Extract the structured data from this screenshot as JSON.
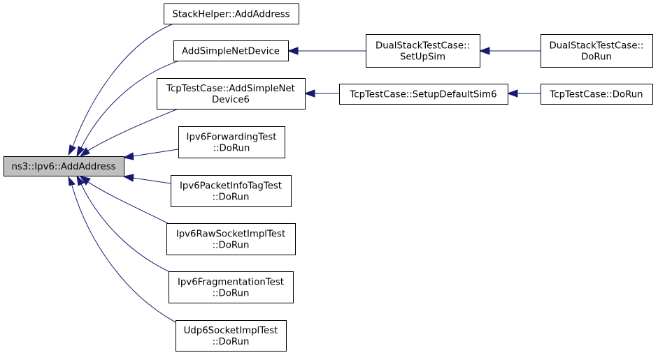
{
  "graph": {
    "edge_color": "#191970",
    "root_fill": "#bfbfbf",
    "nodes": [
      {
        "id": "root",
        "lines": [
          "ns3::Ipv6::AddAddress"
        ],
        "root": true
      },
      {
        "id": "stackhelper",
        "lines": [
          "StackHelper::AddAddress"
        ]
      },
      {
        "id": "addsimple",
        "lines": [
          "AddSimpleNetDevice"
        ]
      },
      {
        "id": "tcpaddsimple",
        "lines": [
          "TcpTestCase::AddSimpleNet",
          "Device6"
        ]
      },
      {
        "id": "ipv6fwd",
        "lines": [
          "Ipv6ForwardingTest",
          "::DoRun"
        ]
      },
      {
        "id": "ipv6pkt",
        "lines": [
          "Ipv6PacketInfoTagTest",
          "::DoRun"
        ]
      },
      {
        "id": "ipv6raw",
        "lines": [
          "Ipv6RawSocketImplTest",
          "::DoRun"
        ]
      },
      {
        "id": "ipv6frag",
        "lines": [
          "Ipv6FragmentationTest",
          "::DoRun"
        ]
      },
      {
        "id": "udp6",
        "lines": [
          "Udp6SocketImplTest",
          "::DoRun"
        ]
      },
      {
        "id": "dualsetup",
        "lines": [
          "DualStackTestCase::",
          "SetUpSim"
        ]
      },
      {
        "id": "dualrun",
        "lines": [
          "DualStackTestCase::",
          "DoRun"
        ]
      },
      {
        "id": "tcpsetup",
        "lines": [
          "TcpTestCase::SetupDefaultSim6"
        ]
      },
      {
        "id": "tcprun",
        "lines": [
          "TcpTestCase::DoRun"
        ]
      }
    ],
    "edges": [
      {
        "from": "stackhelper",
        "to": "root"
      },
      {
        "from": "addsimple",
        "to": "root"
      },
      {
        "from": "tcpaddsimple",
        "to": "root"
      },
      {
        "from": "ipv6fwd",
        "to": "root"
      },
      {
        "from": "ipv6pkt",
        "to": "root"
      },
      {
        "from": "ipv6raw",
        "to": "root"
      },
      {
        "from": "ipv6frag",
        "to": "root"
      },
      {
        "from": "udp6",
        "to": "root"
      },
      {
        "from": "dualsetup",
        "to": "addsimple"
      },
      {
        "from": "dualrun",
        "to": "dualsetup"
      },
      {
        "from": "tcpsetup",
        "to": "tcpaddsimple"
      },
      {
        "from": "tcprun",
        "to": "tcpsetup"
      }
    ]
  }
}
